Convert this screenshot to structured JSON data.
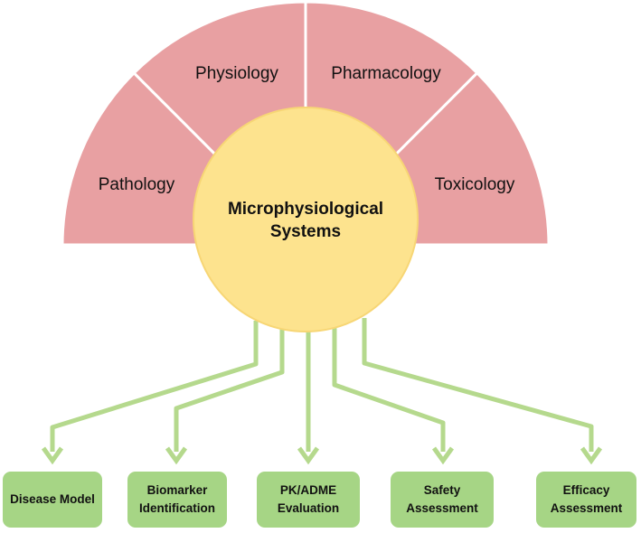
{
  "center": {
    "line1": "Microphysiological",
    "line2": "Systems"
  },
  "disciplines": [
    "Pathology",
    "Physiology",
    "Pharmacology",
    "Toxicology"
  ],
  "applications": [
    {
      "line1": "Disease Model",
      "line2": ""
    },
    {
      "line1": "Biomarker",
      "line2": "Identification"
    },
    {
      "line1": "PK/ADME",
      "line2": "Evaluation"
    },
    {
      "line1": "Safety",
      "line2": "Assessment"
    },
    {
      "line1": "Efficacy",
      "line2": "Assessment"
    }
  ],
  "colors": {
    "segment_fill": "#e8a0a2",
    "segment_stroke": "#ffffff",
    "center_fill": "#fde38e",
    "center_stroke": "#f7d675",
    "arrow": "#b5d98d",
    "box_fill": "#a6d585"
  }
}
